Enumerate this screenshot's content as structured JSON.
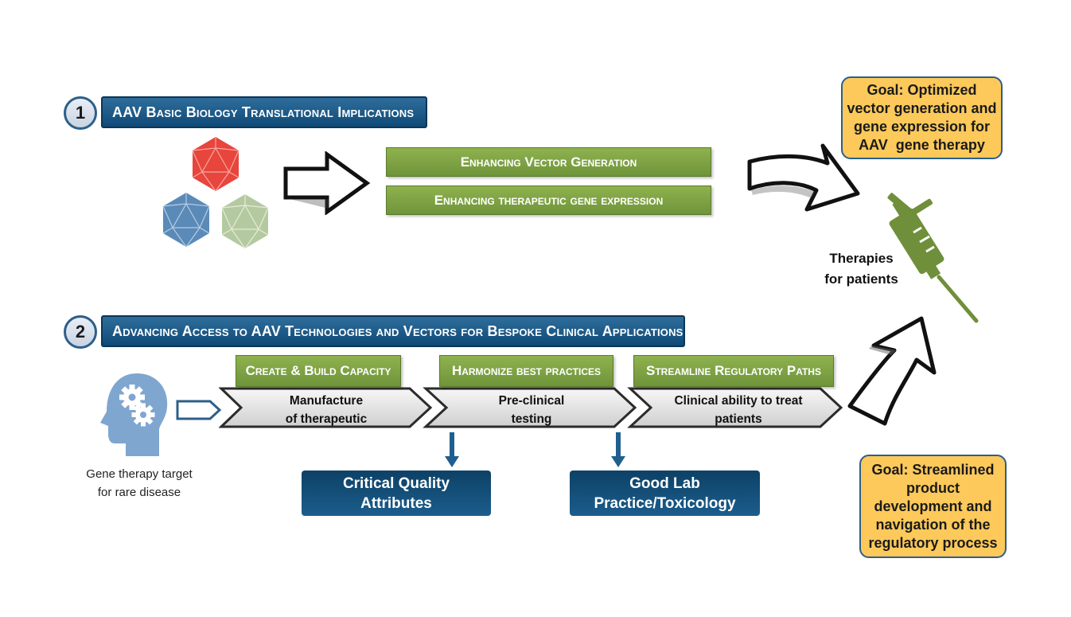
{
  "section1": {
    "number": "1",
    "title": "AAV Basic Biology Translational Implications",
    "items": [
      "Enhancing Vector Generation",
      "Enhancing therapeutic gene expression"
    ]
  },
  "section2": {
    "number": "2",
    "title": "Advancing Access to AAV Technologies and Vectors for Bespoke Clinical Applications",
    "stages": [
      {
        "header": "Create & Build Capacity",
        "label_line1": "Manufacture",
        "label_line2": "of therapeutic"
      },
      {
        "header": "Harmonize best practices",
        "label_line1": "Pre-clinical",
        "label_line2": "testing"
      },
      {
        "header": "Streamline Regulatory Paths",
        "label_line1": "Clinical ability to treat",
        "label_line2": "patients"
      }
    ],
    "outputs": [
      {
        "line1": "Critical Quality",
        "line2": "Attributes"
      },
      {
        "line1": "Good Lab",
        "line2": "Practice/Toxicology"
      }
    ],
    "target_label_line1": "Gene therapy target",
    "target_label_line2": "for rare disease"
  },
  "goals": {
    "top_lines": [
      "Goal: Optimized",
      "vector generation and",
      "gene expression for",
      "AAV  gene therapy"
    ],
    "bottom_lines": [
      "Goal: Streamlined",
      "product",
      "development and",
      "navigation of the",
      "regulatory process"
    ]
  },
  "therapies_label_line1": "Therapies",
  "therapies_label_line2": "for patients",
  "colors": {
    "banner_blue": "#1a5a8a",
    "green": "#7ea446",
    "goal_yellow": "#fcc95a",
    "dark_blue": "#0f4a78",
    "syringe_green": "#6f8f3a",
    "icosahedron_red": "#e8453c",
    "icosahedron_blue": "#5a8ab8",
    "icosahedron_sage": "#b5c9a0",
    "head_blue": "#7fa6cf"
  },
  "icons": [
    "icosahedron-red-icon",
    "icosahedron-blue-icon",
    "icosahedron-sage-icon",
    "head-gears-icon",
    "syringe-icon",
    "outline-arrow-icon",
    "curved-arrow-icon"
  ]
}
